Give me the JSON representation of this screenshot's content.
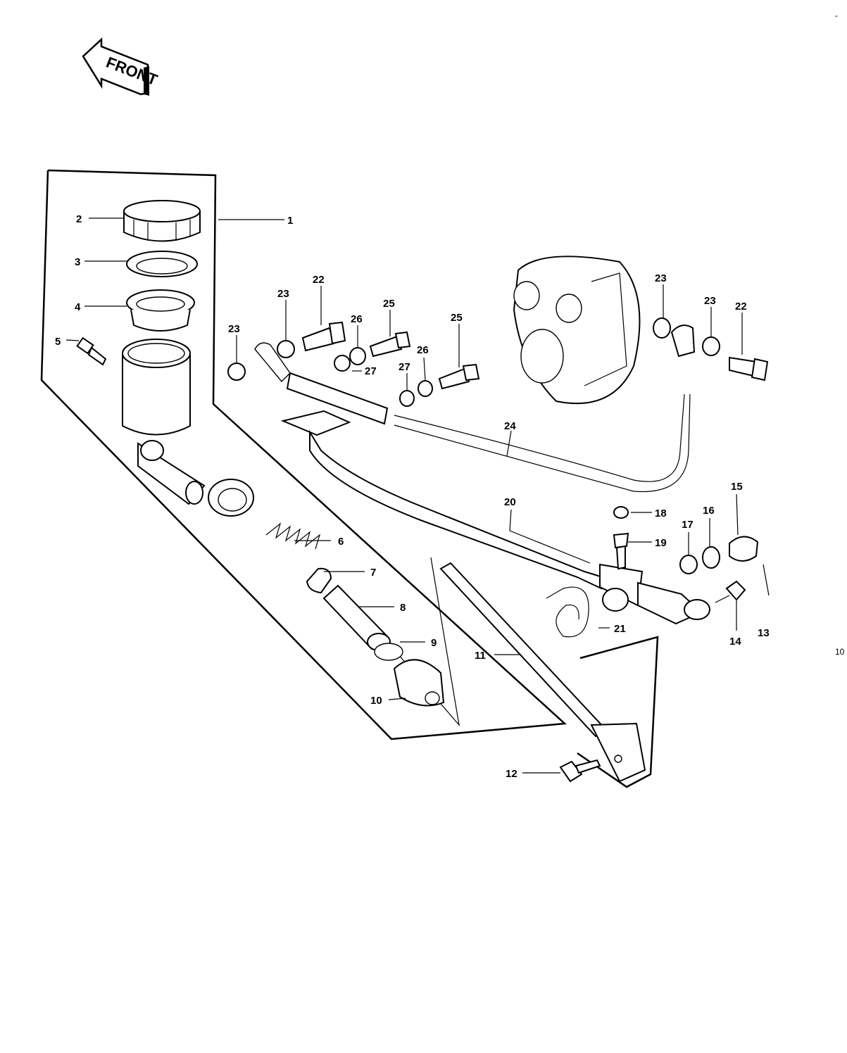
{
  "front_label": "FRONT",
  "edge_marks": {
    "top_right": "-",
    "right": "10"
  },
  "callouts": [
    {
      "id": "c1",
      "text": "1"
    },
    {
      "id": "c2",
      "text": "2"
    },
    {
      "id": "c3",
      "text": "3"
    },
    {
      "id": "c4",
      "text": "4"
    },
    {
      "id": "c5",
      "text": "5"
    },
    {
      "id": "c6",
      "text": "6"
    },
    {
      "id": "c7",
      "text": "7"
    },
    {
      "id": "c8",
      "text": "8"
    },
    {
      "id": "c9",
      "text": "9"
    },
    {
      "id": "c10",
      "text": "10"
    },
    {
      "id": "c11",
      "text": "11"
    },
    {
      "id": "c12",
      "text": "12"
    },
    {
      "id": "c13",
      "text": "13"
    },
    {
      "id": "c14",
      "text": "14"
    },
    {
      "id": "c15",
      "text": "15"
    },
    {
      "id": "c16",
      "text": "16"
    },
    {
      "id": "c17",
      "text": "17"
    },
    {
      "id": "c18",
      "text": "18"
    },
    {
      "id": "c19",
      "text": "19"
    },
    {
      "id": "c20",
      "text": "20"
    },
    {
      "id": "c21",
      "text": "21"
    },
    {
      "id": "c22a",
      "text": "22"
    },
    {
      "id": "c22b",
      "text": "22"
    },
    {
      "id": "c23a",
      "text": "23"
    },
    {
      "id": "c23b",
      "text": "23"
    },
    {
      "id": "c23c",
      "text": "23"
    },
    {
      "id": "c23d",
      "text": "23"
    },
    {
      "id": "c24",
      "text": "24"
    },
    {
      "id": "c25a",
      "text": "25"
    },
    {
      "id": "c25b",
      "text": "25"
    },
    {
      "id": "c26a",
      "text": "26"
    },
    {
      "id": "c26b",
      "text": "26"
    },
    {
      "id": "c27a",
      "text": "27"
    },
    {
      "id": "c27b",
      "text": "27"
    }
  ]
}
